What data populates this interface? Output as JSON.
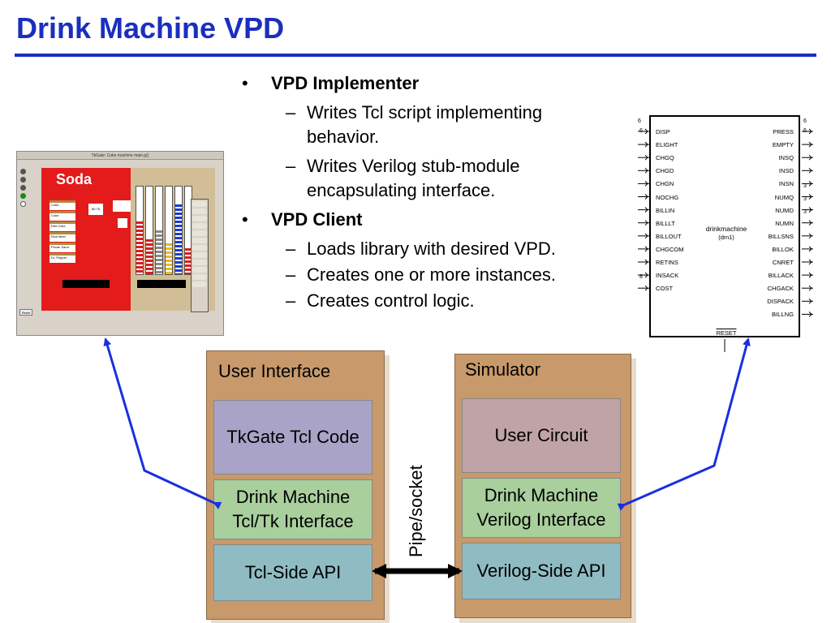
{
  "title": "Drink Machine VPD",
  "bullets": {
    "implementer": {
      "label": "VPD Implementer",
      "items": [
        "Writes Tcl script implementing behavior.",
        "Writes Verilog stub-module encapsulating interface."
      ]
    },
    "client": {
      "label": "VPD Client",
      "items": [
        "Loads library with desired VPD.",
        "Creates one or more instances.",
        "Creates control logic."
      ]
    }
  },
  "screenshot": {
    "window_title": "TkGate: Coke machine main.g()",
    "machine_label": "Soda",
    "drinks": [
      "Coke",
      "Coke",
      "Diet Coke",
      "Root Beer",
      "Pecan Sand",
      "Dr. Pepper"
    ],
    "display_value": "$0.75",
    "reset_label": "Reset",
    "colors": {
      "soda_panel": "#e31b1b",
      "inner_panel": "#d2be96"
    }
  },
  "chip": {
    "name": "drinkmachine",
    "instance": "(dm1)",
    "left_pins": [
      "DISP",
      "ELIGHT",
      "CHGQ",
      "CHGD",
      "CHGN",
      "NOCHG",
      "BILLIN",
      "BILLLT",
      "BILLOUT",
      "CHGCOM",
      "RETINS",
      "INSACK",
      "COST"
    ],
    "right_pins": [
      "PRESS",
      "EMPTY",
      "INSQ",
      "INSD",
      "INSN",
      "NUMQ",
      "NUMD",
      "NUMN",
      "BILLSNS",
      "BILLOK",
      "CNRET",
      "BILLACK",
      "CHGACK",
      "DISPACK",
      "BILLNG"
    ],
    "reset_pin": "RESET",
    "bus_widths": [
      "6",
      "6",
      "6",
      "6",
      "8",
      "3",
      "3",
      "3"
    ]
  },
  "architecture": {
    "left_panel": {
      "label": "User Interface",
      "boxes": [
        "TkGate Tcl Code",
        "Drink Machine Tcl/Tk Interface",
        "Tcl-Side API"
      ]
    },
    "right_panel": {
      "label": "Simulator",
      "boxes": [
        "User Circuit",
        "Drink Machine Verilog Interface",
        "Verilog-Side API"
      ]
    },
    "link_label": "Pipe/socket"
  }
}
